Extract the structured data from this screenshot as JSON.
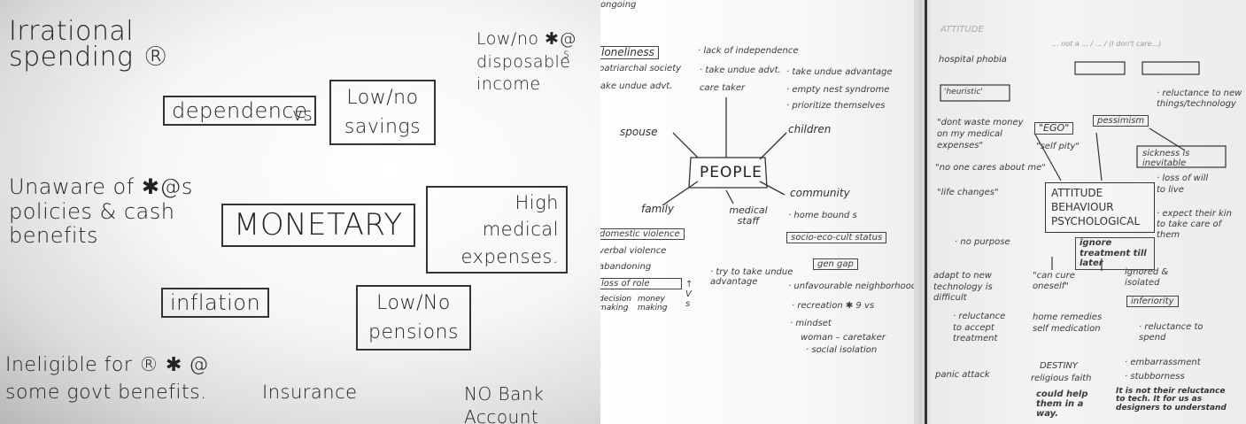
{
  "panel_monetary": {
    "irrational_spending": "Irrational spending ®",
    "dependence": "dependence",
    "vs": "vs",
    "low_no_savings": "Low/no savings",
    "low_no_disposable_income": "Low/no ✱@ disposable income",
    "s_mark": "s",
    "unaware_of": "Unaware of ✱@s policies & cash benefits",
    "monetary": "MONETARY",
    "high_medical_expenses": "High medical expenses.",
    "inflation": "inflation",
    "low_no_pensions": "Low/No pensions",
    "ineligible": "Ineligible for ® ✱ @ some govt benefits.",
    "insurance": "Insurance",
    "no_bank_account": "NO Bank Account"
  },
  "panel_people": {
    "top_note": "ongoing",
    "loneliness": "loneliness",
    "patriarchal_society": "patriarchal society",
    "take_undue_advt_left": "take undue advt.",
    "lack_of_independence": "· lack of independence",
    "take_undue_advt_mid": "· take undue advt.",
    "care_taker": "care taker",
    "take_undue_advantage": "· take undue advantage",
    "empty_nest": "· empty nest syndrome",
    "prioritize": "· prioritize themselves",
    "spouse": "spouse",
    "children": "children",
    "people": "PEOPLE",
    "community": "community",
    "family": "family",
    "medical_staff": "medical staff",
    "homebound": "· home bound s",
    "socio_eco": "socio-eco-cult status",
    "gen_gap": "gen gap",
    "unfavourable": "· unfavourable neighborhood",
    "recreation": "· recreation ✱ 9 vs",
    "mindset": "· mindset",
    "woman_caretaker": "woman – caretaker",
    "social_isolation": "· social isolation",
    "domestic_violence": "domestic violence",
    "verbal_violence": "verbal violence",
    "abandoning": "abandoning",
    "loss_of_role": "loss of role",
    "decision_making": "decision making",
    "money_making": "money making",
    "try_to_take": "· try to take undue advantage",
    "arrows": "↑ V s"
  },
  "panel_attitude": {
    "header": "ATTITUDE",
    "hospital_phobia": "hospital phobia",
    "heuristic": "'heuristic'",
    "top_small": "... not a ... / ... / (I don't care...)",
    "dont_waste": "\"dont waste money on my medical expenses\"",
    "one_cares": "\"no one cares about me\"",
    "ego": "\"EGO\"",
    "self_pity": "\"self pity\"",
    "pessimism": "pessimism",
    "reluctance_new": "· reluctance to new things/technology",
    "sickness_inevitable": "sickness is inevitable",
    "life_changes": "\"life changes\"",
    "attitude": "ATTITUDE",
    "behaviour": "BEHAVIOUR",
    "psychological": "PSYCHOLOGICAL",
    "loss_of_will": "· loss of will to live",
    "expect_them": "· expect their kin to take care of them",
    "ignore_treatment": "ignore treatment till later",
    "no_purpose": "· no purpose",
    "adapt_new": "adapt to new technology is difficult",
    "can_cure": "\"can cure oneself\"",
    "ignored_isolated": "ignored & isolated",
    "inferiority": "inferiority",
    "reluctance_accept": "· reluctance to accept treatment",
    "home_remedies": "home remedies self medication",
    "reluctance_spend": "· reluctance to spend",
    "destiny": "DESTINY",
    "religious_faith": "religious faith",
    "could_help": "could help them in a way.",
    "panic_attack": "panic attack",
    "embarrassment": "· embarrassment",
    "stubborness": "· stubborness",
    "not_reluctance": "It is not their reluctance to tech. It for us as designers to understand"
  }
}
